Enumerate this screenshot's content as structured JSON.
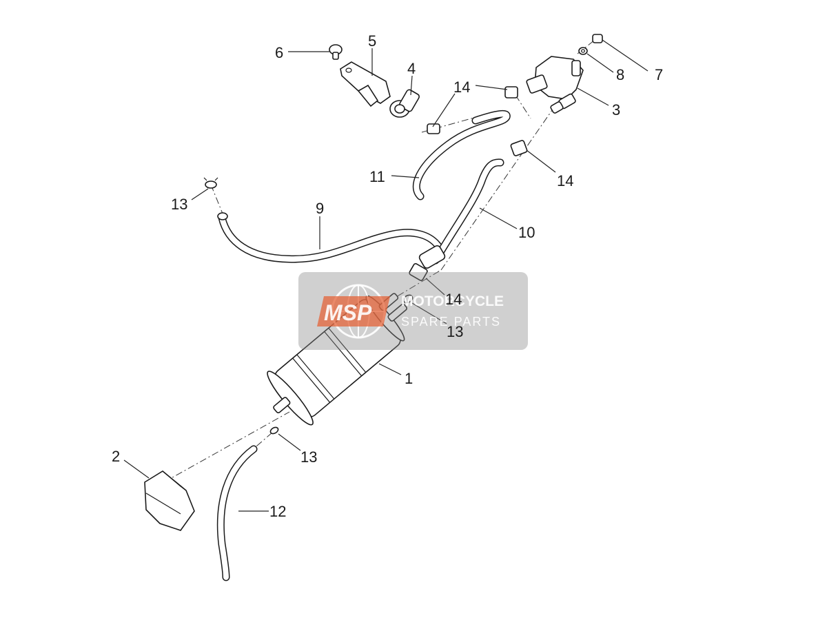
{
  "watermark": {
    "logo_text": "MSP",
    "line1": "MOTORCYCLE",
    "line2": "SPARE PARTS"
  },
  "callouts": {
    "c1": "1",
    "c2": "2",
    "c3": "3",
    "c4": "4",
    "c5": "5",
    "c6": "6",
    "c7": "7",
    "c8": "8",
    "c9": "9",
    "c10": "10",
    "c11": "11",
    "c12": "12",
    "c13a": "13",
    "c13b": "13",
    "c13c": "13",
    "c14a": "14",
    "c14b": "14",
    "c14c": "14"
  }
}
